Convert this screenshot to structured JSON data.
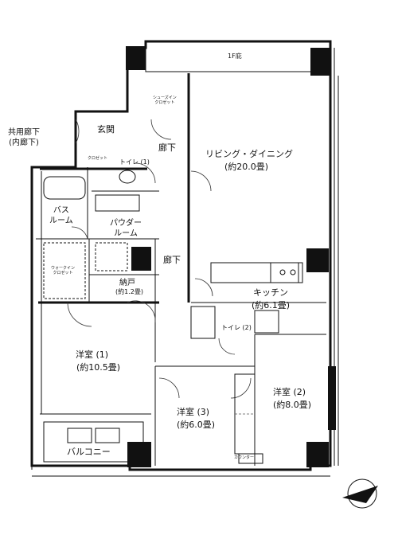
{
  "floorplan": {
    "rooms": {
      "living": "リビング・ダイニング",
      "living_size": "(約20.0畳)",
      "kitchen": "キッチン",
      "kitchen_size": "(約6.1畳)",
      "western1": "洋室 (1)",
      "western1_size": "(約10.5畳)",
      "western2": "洋室 (2)",
      "western2_size": "(約8.0畳)",
      "western3": "洋室 (3)",
      "western3_size": "(約6.0畳)",
      "entrance": "玄関",
      "hallway_top": "廊下",
      "hallway_mid": "廊下",
      "toilet1": "トイレ (1)",
      "toilet2": "トイレ (2)",
      "bath": "バス\nルーム",
      "powder": "パウダー\nルーム",
      "storage": "納戸",
      "storage_size": "(約1.2畳)",
      "balcony": "バルコニー",
      "common_corridor": "共用廊下\n(内廊下)",
      "floor_label": "1F庇"
    },
    "small_labels": {
      "shoe_closet": "シューズイン\nクロゼット",
      "closet": "クロゼット",
      "walkin": "ウォークイン\nクロゼット",
      "counter": "カウンター"
    }
  }
}
